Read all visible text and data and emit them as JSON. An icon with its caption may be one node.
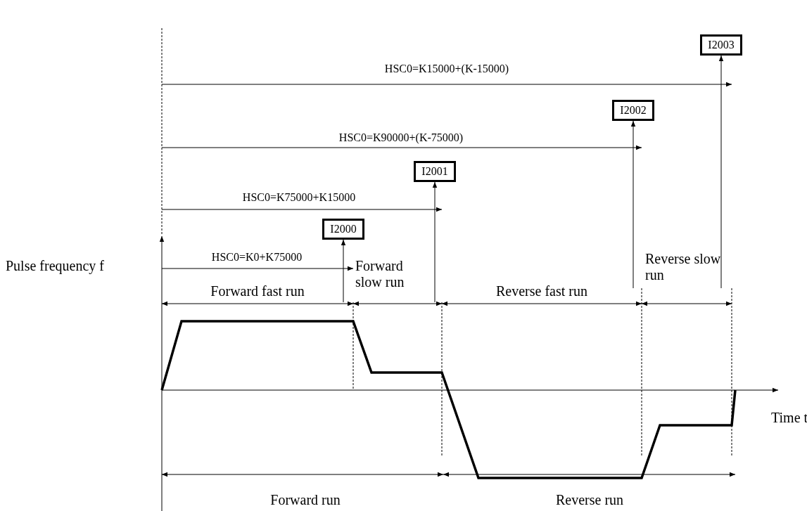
{
  "diagram": {
    "nodes": [
      {
        "text": [
          "I2000"
        ]
      },
      {
        "text": [
          "I2001"
        ]
      },
      {
        "text": [
          "I2002"
        ]
      },
      {
        "text": [
          "I2003"
        ]
      }
    ],
    "edges": [
      {
        "from": null,
        "to": 0,
        "arrow": "to"
      },
      {
        "from": null,
        "to": 1,
        "arrow": "to"
      },
      {
        "from": null,
        "to": 2,
        "arrow": "to"
      },
      {
        "from": null,
        "to": 3,
        "arrow": "to"
      }
    ],
    "labels": [
      "HSC0=K15000+(K-15000)",
      "HSC0=K90000+(K-75000)",
      "HSC0=K75000+K15000",
      "Pulse frequency f",
      "HSC0=K0+K75000",
      "Forward slow run",
      "Reverse slow run",
      "Forward fast run",
      "Reverse fast run",
      "Time t",
      "Forward run",
      "Reverse run"
    ]
  }
}
